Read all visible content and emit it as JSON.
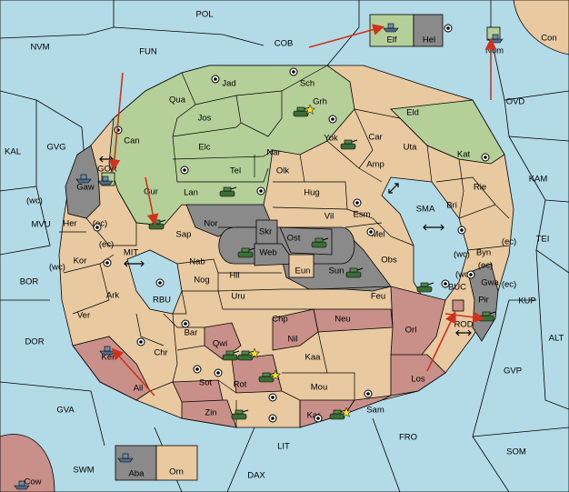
{
  "colors": {
    "sea": "#b3dbe7",
    "tan": "#e8c9a0",
    "green": "#b5cf98",
    "red": "#c89088",
    "grey": "#8a8a8a",
    "arrow": "#d0311b",
    "dark": "#000000"
  },
  "map": {
    "sea_regions": [
      "POL",
      "NVM",
      "FUN",
      "COB",
      "OVD",
      "KAL",
      "GVG",
      "KAM",
      "MVU",
      "TEI",
      "BOR",
      "DOR",
      "ALT",
      "KUP",
      "GVP",
      "GVA",
      "FRO",
      "SOM",
      "LIT",
      "SWM",
      "DAX",
      "SMA",
      "MIT",
      "RBU",
      "BUC",
      "ROD",
      "GOR"
    ],
    "land_regions": [
      "Jad",
      "Sch",
      "Qua",
      "Jos",
      "Grh",
      "Eld",
      "Yok",
      "Car",
      "Can",
      "Elc",
      "Nar",
      "Uta",
      "Kat",
      "Tel",
      "Olk",
      "Amp",
      "Lan",
      "Hug",
      "Rie",
      "Gur",
      "Bri",
      "Nor",
      "Vil",
      "Esm",
      "Skr",
      "Ost",
      "Sap",
      "Web",
      "Mel",
      "Byn",
      "Nab",
      "Eun",
      "Sun",
      "Obs",
      "Her",
      "Kor",
      "Hil",
      "Nog",
      "Ark",
      "Uru",
      "Feu",
      "Gwa",
      "Pir",
      "Ver",
      "Chp",
      "Neu",
      "Orl",
      "Bar",
      "Qwi",
      "Nil",
      "Chr",
      "Kaa",
      "Ken",
      "Los",
      "Rot",
      "Sot",
      "Mou",
      "Ail",
      "Zin",
      "Kar",
      "Sam",
      "Elf",
      "Hel",
      "Nom",
      "Con",
      "Aba",
      "Orn",
      "Gaw",
      "Cow"
    ],
    "coast_notes": [
      "(wc)",
      "(ec)",
      "(ec)",
      "(wc)",
      "(wc)",
      "(ec)",
      "(ec)",
      "(wc)",
      "(ec)"
    ]
  },
  "units": [
    "tank",
    "tank",
    "tank",
    "tank",
    "tank",
    "tank",
    "tank",
    "tank",
    "tank",
    "tank",
    "tank",
    "tank",
    "tank",
    "tank",
    "fleet",
    "fleet",
    "fleet",
    "fleet",
    "fleet",
    "fleet",
    "fleet"
  ]
}
